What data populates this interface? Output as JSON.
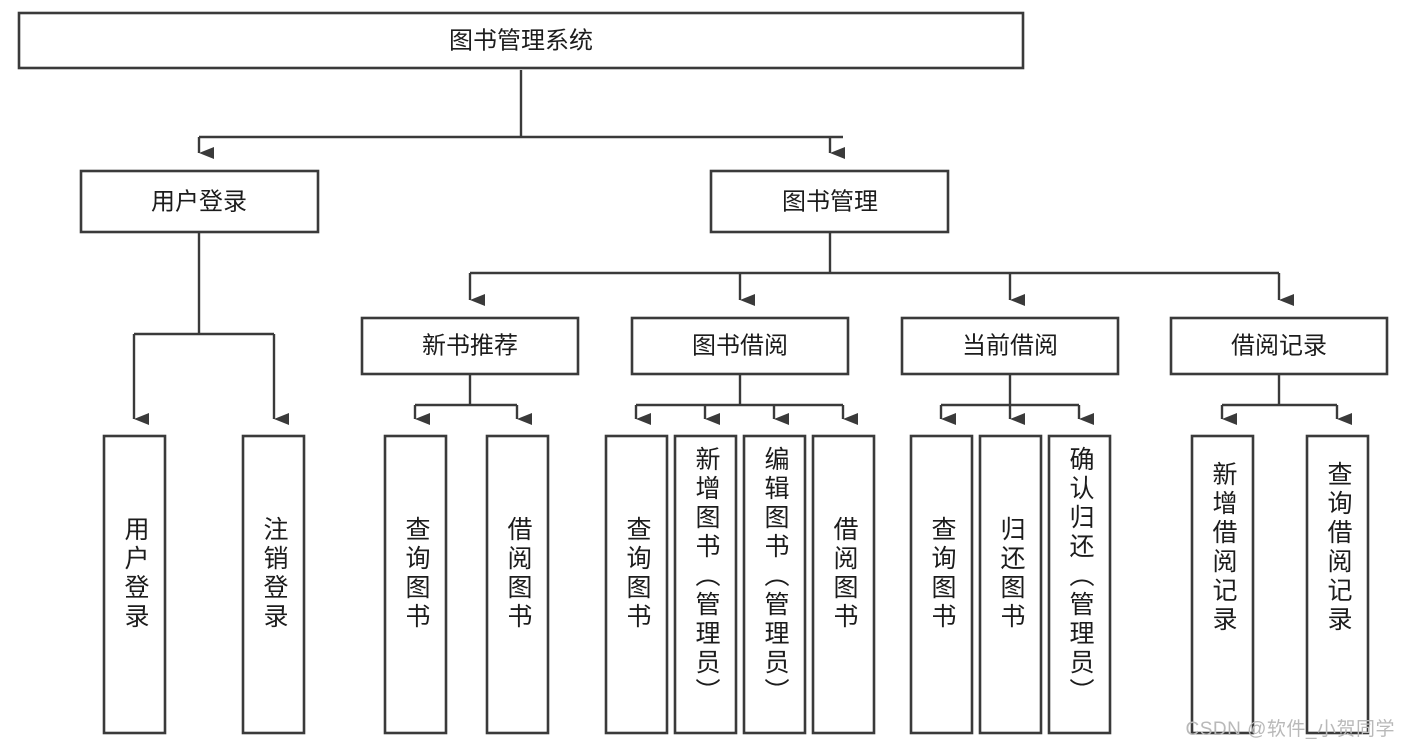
{
  "diagram": {
    "title": "图书管理系统",
    "type": "tree-hierarchy-diagram",
    "colors": {
      "stroke": "#3a3a3a",
      "fill": "#ffffff",
      "text": "#1c1c1c",
      "watermark": "#b9b9b9"
    },
    "root": {
      "label": "图书管理系统"
    },
    "level2": [
      {
        "label": "用户登录"
      },
      {
        "label": "图书管理"
      }
    ],
    "level3": [
      {
        "label": "新书推荐"
      },
      {
        "label": "图书借阅"
      },
      {
        "label": "当前借阅"
      },
      {
        "label": "借阅记录"
      }
    ],
    "leaves": {
      "user_login": [
        {
          "label": "用户登录"
        },
        {
          "label": "注销登录"
        }
      ],
      "new_book_recommend": [
        {
          "label": "查询图书"
        },
        {
          "label": "借阅图书"
        }
      ],
      "book_borrow": [
        {
          "label": "查询图书"
        },
        {
          "label": "新增图书（管理员）"
        },
        {
          "label": "编辑图书（管理员）"
        },
        {
          "label": "借阅图书"
        }
      ],
      "current_borrow": [
        {
          "label": "查询图书"
        },
        {
          "label": "归还图书"
        },
        {
          "label": "确认归还（管理员）"
        }
      ],
      "borrow_record": [
        {
          "label": "新增借阅记录"
        },
        {
          "label": "查询借阅记录"
        }
      ]
    }
  },
  "watermark": {
    "text": "CSDN @软件_小贺同学"
  }
}
